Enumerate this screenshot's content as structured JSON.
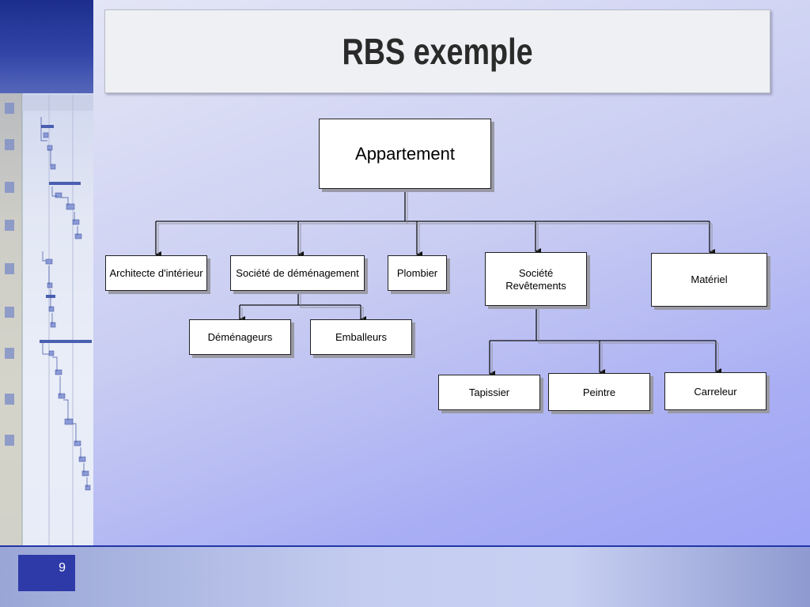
{
  "slide": {
    "title": "RBS exemple",
    "page_number": "9"
  },
  "diagram": {
    "root": {
      "id": "appartement",
      "label": "Appartement"
    },
    "children": [
      {
        "id": "architecte",
        "label": "Architecte d'intérieur",
        "parent": "appartement"
      },
      {
        "id": "demenagement",
        "label": "Société de déménagement",
        "parent": "appartement"
      },
      {
        "id": "plombier",
        "label": "Plombier",
        "parent": "appartement"
      },
      {
        "id": "revetements",
        "label_lines": [
          "Société",
          "Revêtements"
        ],
        "parent": "appartement"
      },
      {
        "id": "materiel",
        "label": "Matériel",
        "parent": "appartement"
      },
      {
        "id": "demenageurs",
        "label": "Déménageurs",
        "parent": "demenagement"
      },
      {
        "id": "emballeurs",
        "label": "Emballeurs",
        "parent": "demenagement"
      },
      {
        "id": "tapissier",
        "label": "Tapissier",
        "parent": "revetements"
      },
      {
        "id": "peintre",
        "label": "Peintre",
        "parent": "revetements"
      },
      {
        "id": "carreleur",
        "label": "Carreleur",
        "parent": "revetements"
      }
    ]
  },
  "colors": {
    "node_fill": "#ffffff",
    "node_border": "#222222",
    "connector": "#111111",
    "footer_accent": "#2e3aa8"
  }
}
